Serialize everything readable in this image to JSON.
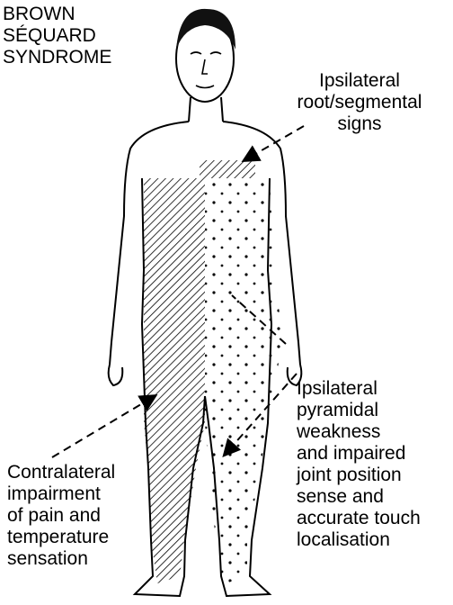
{
  "title": "BROWN\nSÉQUARD\nSYNDROME",
  "labels": {
    "root_signs": "Ipsilateral\nroot/segmental\nsigns",
    "contralateral": "Contralateral\nimpairment\nof pain and\ntemperature\nsensation",
    "ipsilateral_weakness": "Ipsilateral\npyramidal\nweakness\nand impaired\njoint position\nsense and\naccurate touch\nlocalisation"
  },
  "colors": {
    "ink": "#000000",
    "background": "#ffffff"
  }
}
